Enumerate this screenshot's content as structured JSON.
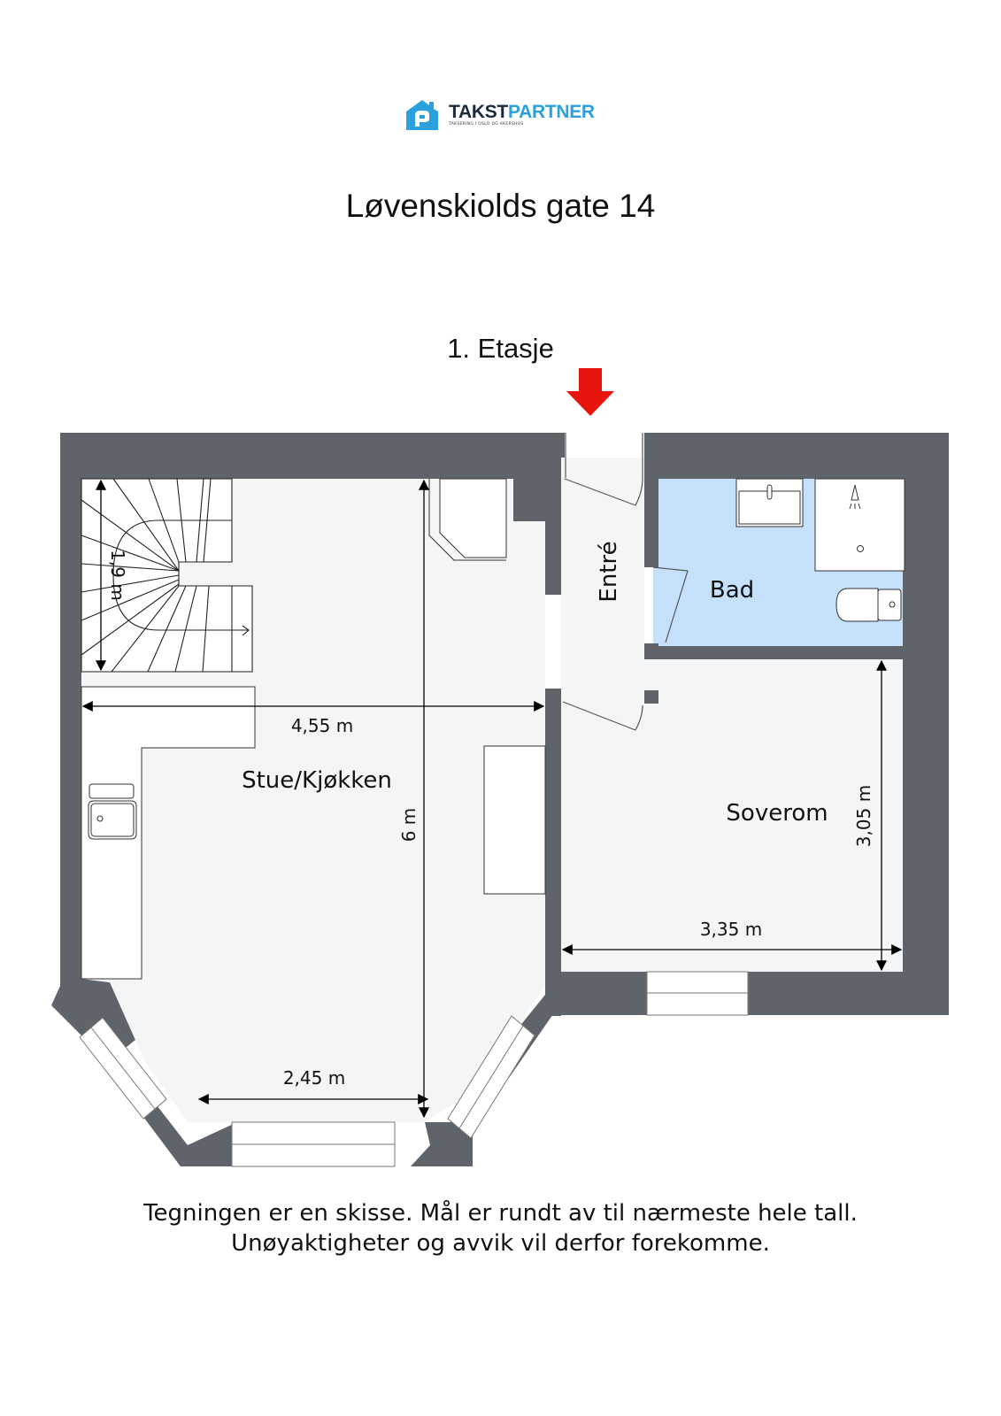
{
  "logo": {
    "brand_part1": "TAKST",
    "brand_part2": "PARTNER",
    "tagline": "TAKSERING I OSLO OG AKERSHUS",
    "icon": "house-icon",
    "colors": {
      "dark": "#1b2a3d",
      "accent": "#2aa0dc"
    }
  },
  "header": {
    "title": "Løvenskiolds gate 14",
    "floor": "1. Etasje"
  },
  "plan": {
    "entrance_marker": {
      "icon": "arrow-down-icon",
      "color": "#e8150f"
    },
    "colors": {
      "wall": "#5f636a",
      "floor": "#f4f5f7",
      "bathroom": "#c4e0fb",
      "fixture": "#ffffff"
    },
    "rooms": [
      {
        "id": "stue",
        "label": "Stue/Kjøkken"
      },
      {
        "id": "entre",
        "label": "Entré"
      },
      {
        "id": "bad",
        "label": "Bad"
      },
      {
        "id": "soverom",
        "label": "Soverom"
      }
    ],
    "dimensions": {
      "stair_height": "1,9 m",
      "stue_width": "4,55 m",
      "stue_length": "6 m",
      "bay_width": "2,45 m",
      "soverom_width": "3,35 m",
      "soverom_length": "3,05 m"
    }
  },
  "footer": {
    "line1": "Tegningen er en skisse. Mål er rundt av til nærmeste hele tall.",
    "line2": "Unøyaktigheter og avvik vil derfor forekomme."
  }
}
